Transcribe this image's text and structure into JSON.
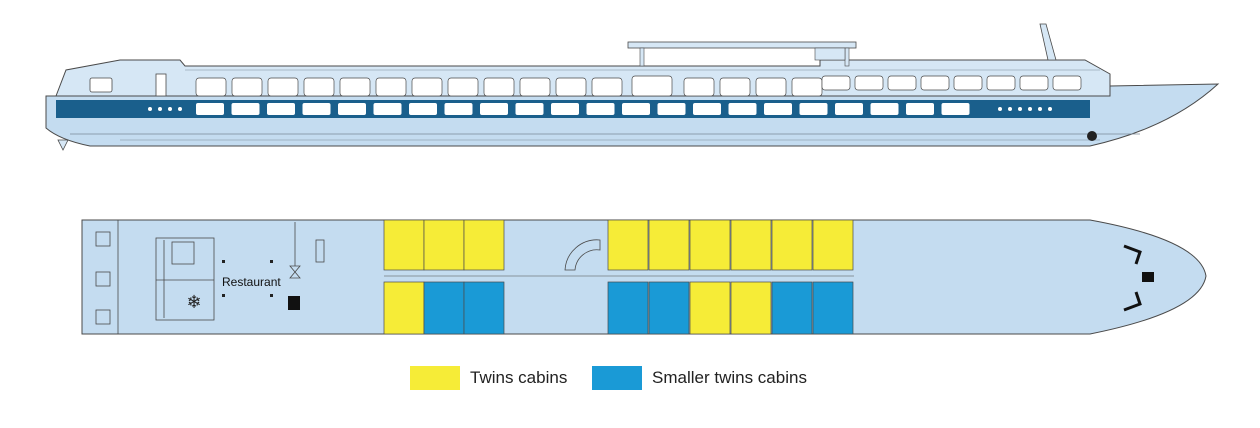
{
  "colors": {
    "hull": "#c4dcf0",
    "outline": "#4a4a4a",
    "stripe": "#1a5f8c",
    "twins": "#f6ec37",
    "smaller": "#1a9ad6"
  },
  "deck": {
    "restaurant_label": "Restaurant",
    "snowflake": "❄"
  },
  "legend": {
    "twins_label": "Twins cabins",
    "smaller_label": "Smaller twins cabins"
  },
  "cabins": {
    "top_row": [
      "twins",
      "twins",
      "twins",
      "twins",
      "twins",
      "twins",
      "twins",
      "twins",
      "twins"
    ],
    "bottom_row": [
      "twins",
      "smaller",
      "smaller",
      "smaller",
      "smaller",
      "twins",
      "twins",
      "smaller",
      "smaller"
    ]
  }
}
